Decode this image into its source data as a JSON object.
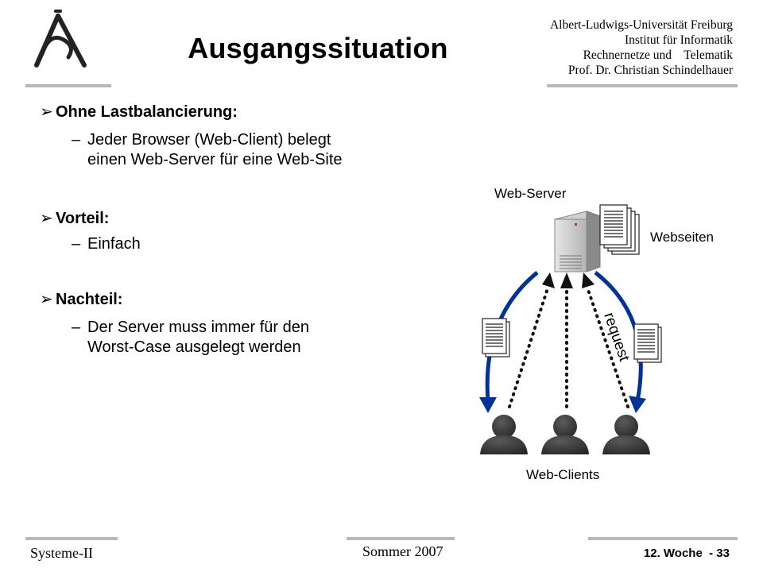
{
  "header": {
    "title": "Ausgangssituation",
    "institution": [
      "Albert-Ludwigs-Universität Freiburg",
      "Institut für Informatik",
      "Rechnernetze und    Telematik",
      "Prof. Dr. Christian Schindelhauer"
    ]
  },
  "bullets": [
    {
      "heading": "Ohne Lastbalancierung:",
      "sub": [
        "Jeder Browser (Web-Client) belegt",
        "einen Web-Server für eine Web-Site"
      ]
    },
    {
      "heading": "Vorteil:",
      "sub": [
        "Einfach"
      ]
    },
    {
      "heading": "Nachteil:",
      "sub": [
        "Der Server muss immer für den",
        "Worst-Case ausgelegt werden"
      ]
    }
  ],
  "diagram": {
    "server_label": "Web-Server",
    "pages_label": "Webseiten",
    "request_label": "request",
    "clients_label": "Web-Clients"
  },
  "footer": {
    "left": "Systeme-II",
    "center": "Sommer 2007",
    "right": "12. Woche  - 33"
  }
}
